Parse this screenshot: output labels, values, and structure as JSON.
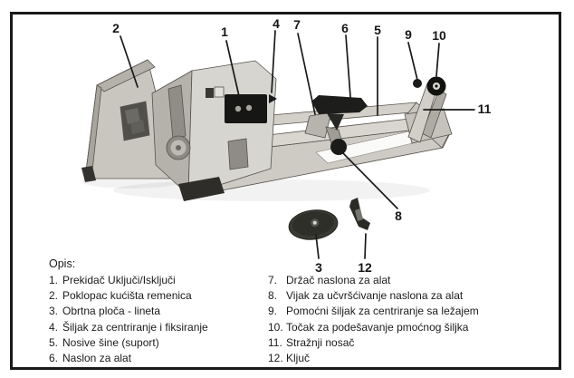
{
  "legend": {
    "title": "Opis:",
    "left": [
      {
        "num": "1.",
        "text": "Prekidač Uključi/Isključi"
      },
      {
        "num": "2.",
        "text": "Poklopac kućišta remenica"
      },
      {
        "num": "3.",
        "text": "Obrtna ploča - lineta"
      },
      {
        "num": "4.",
        "text": "Šiljak za centriranje i fiksiranje"
      },
      {
        "num": "5.",
        "text": "Nosive šine (suport)"
      },
      {
        "num": "6.",
        "text": "Naslon za alat"
      }
    ],
    "right": [
      {
        "num": "7.",
        "text": "Držač naslona za alat"
      },
      {
        "num": "8.",
        "text": "Vijak za učvršćivanje naslona za alat"
      },
      {
        "num": "9.",
        "text": "Pomoćni šiljak za centriranje sa ležajem"
      },
      {
        "num": "10.",
        "text": "Točak za podešavanje pmoćnog šiljka"
      },
      {
        "num": "11.",
        "text": "Stražnji nosač"
      },
      {
        "num": "12.",
        "text": "Ključ"
      }
    ]
  },
  "diagram": {
    "callouts": [
      {
        "n": "1"
      },
      {
        "n": "2"
      },
      {
        "n": "3"
      },
      {
        "n": "4"
      },
      {
        "n": "5"
      },
      {
        "n": "6"
      },
      {
        "n": "7"
      },
      {
        "n": "8"
      },
      {
        "n": "9"
      },
      {
        "n": "10"
      },
      {
        "n": "11"
      },
      {
        "n": "12"
      }
    ]
  },
  "colors": {
    "frame": "#1a1a1a",
    "text": "#1b1b1b",
    "machine_light": "#d6d4ce",
    "machine_mid": "#b5b2ab",
    "machine_black": "#1d1d1b"
  }
}
